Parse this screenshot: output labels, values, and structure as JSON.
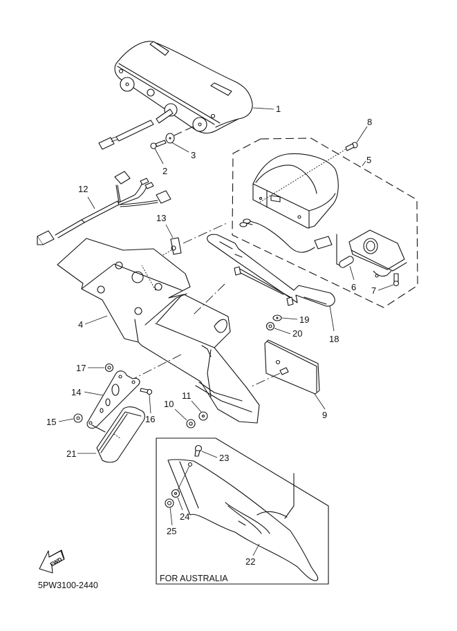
{
  "diagram": {
    "part_code": "5PW3100-2440",
    "fwd_label": "FWD",
    "region_box_label": "FOR AUSTRALIA",
    "callouts": [
      {
        "id": "1",
        "part": "taillight-assembly"
      },
      {
        "id": "2",
        "part": "screw"
      },
      {
        "id": "3",
        "part": "washer"
      },
      {
        "id": "4",
        "part": "rear-fender-bracket"
      },
      {
        "id": "5",
        "part": "license-light-assembly"
      },
      {
        "id": "6",
        "part": "bulb"
      },
      {
        "id": "7",
        "part": "screw"
      },
      {
        "id": "8",
        "part": "bolt"
      },
      {
        "id": "9",
        "part": "reflector"
      },
      {
        "id": "10",
        "part": "nut"
      },
      {
        "id": "11",
        "part": "washer"
      },
      {
        "id": "12",
        "part": "wire-harness"
      },
      {
        "id": "13",
        "part": "clip"
      },
      {
        "id": "14",
        "part": "reflector-stay"
      },
      {
        "id": "15",
        "part": "nut"
      },
      {
        "id": "16",
        "part": "screw"
      },
      {
        "id": "17",
        "part": "nut"
      },
      {
        "id": "18",
        "part": "license-plate-bracket"
      },
      {
        "id": "19",
        "part": "washer"
      },
      {
        "id": "20",
        "part": "nut"
      },
      {
        "id": "21",
        "part": "reflector"
      },
      {
        "id": "22",
        "part": "rear-flap"
      },
      {
        "id": "23",
        "part": "bolt"
      },
      {
        "id": "24",
        "part": "washer"
      },
      {
        "id": "25",
        "part": "nut"
      }
    ]
  }
}
